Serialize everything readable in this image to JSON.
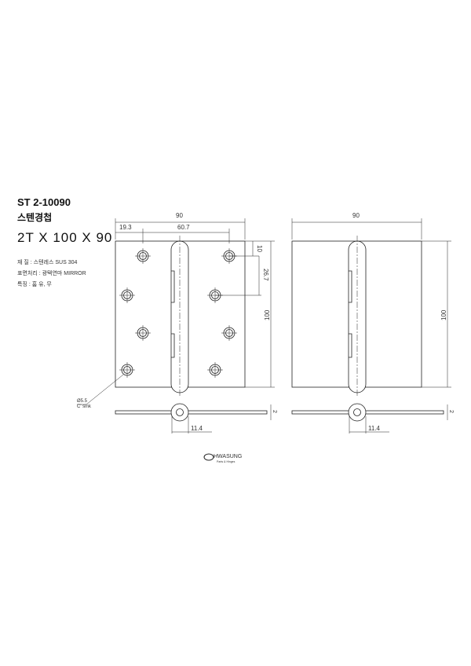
{
  "header": {
    "model": "ST 2-10090",
    "name": "스텐경첩",
    "size": "2T X 100 X 90"
  },
  "specs": [
    "재 질 : 스텐레스 SUS 304",
    "표면처리 : 광택연마 MIRROR",
    "특징 : 홈 유, 무"
  ],
  "dimensions": {
    "width": "90",
    "left_offset": "19.3",
    "hole_spacing_x": "60.7",
    "top_offset": "10",
    "hole_spacing_y": "26.7",
    "height": "100",
    "knuckle": "11.4",
    "thickness": "2",
    "hole_dia": "Ø5.5",
    "hole_type": "C' sink",
    "width_right": "90",
    "height_right": "100",
    "knuckle_right": "11.4",
    "thickness_right": "2"
  },
  "logo": {
    "name": "HWASUNG",
    "tagline": "Parts & Hinges"
  }
}
